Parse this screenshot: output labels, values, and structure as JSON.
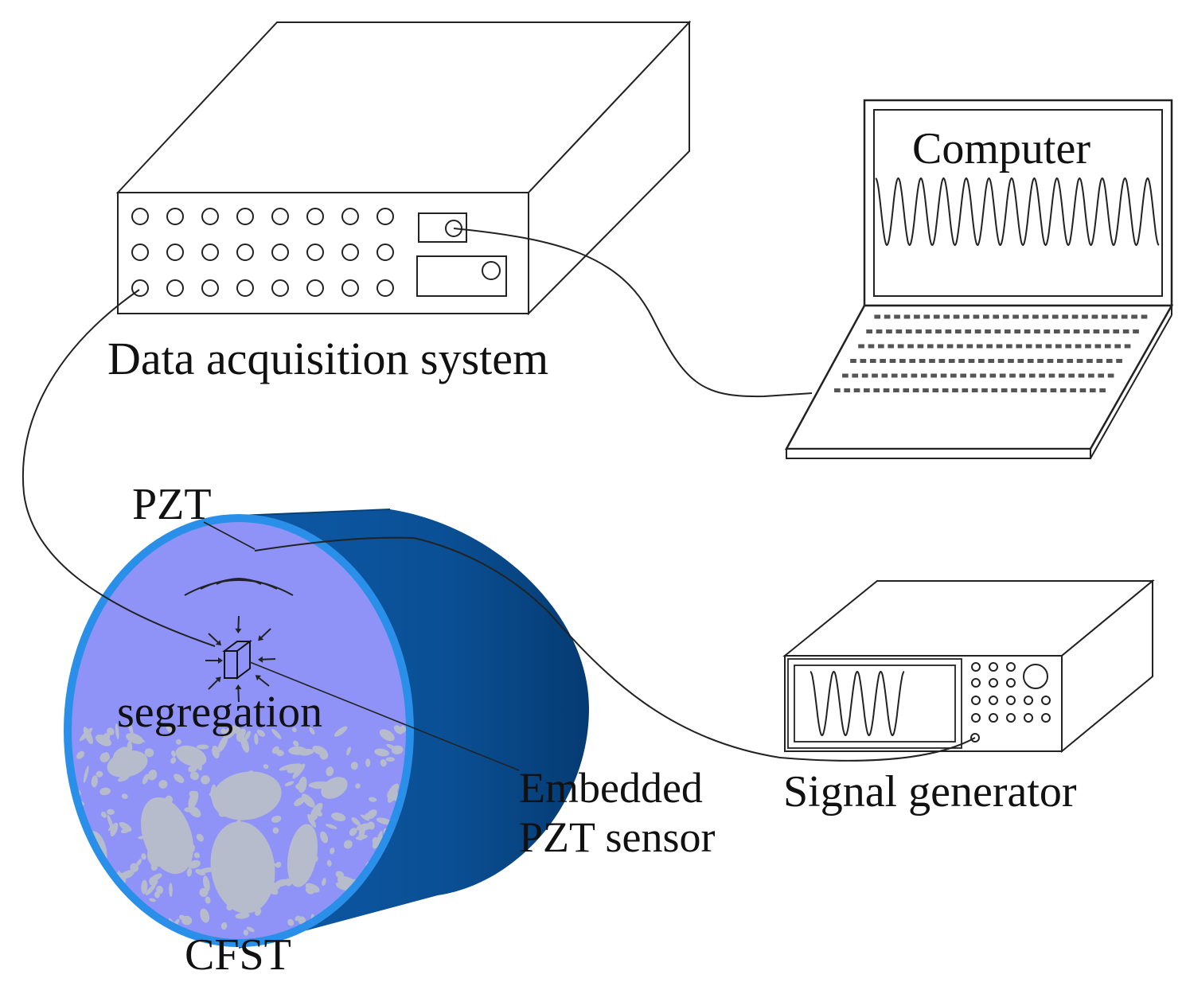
{
  "labels": {
    "daq": "Data acquisition system",
    "computer": "Computer",
    "signal_generator": "Signal generator",
    "pzt": "PZT",
    "embedded_line1": "Embedded",
    "embedded_line2": "PZT sensor",
    "segregation": "segregation",
    "cfst": "CFST"
  },
  "colors": {
    "steel_dark": "#0a4f94",
    "steel_rim": "#2a8fe8",
    "concrete_face": "#8f93f7",
    "aggregate": "#b7bccd",
    "line": "#222222"
  }
}
